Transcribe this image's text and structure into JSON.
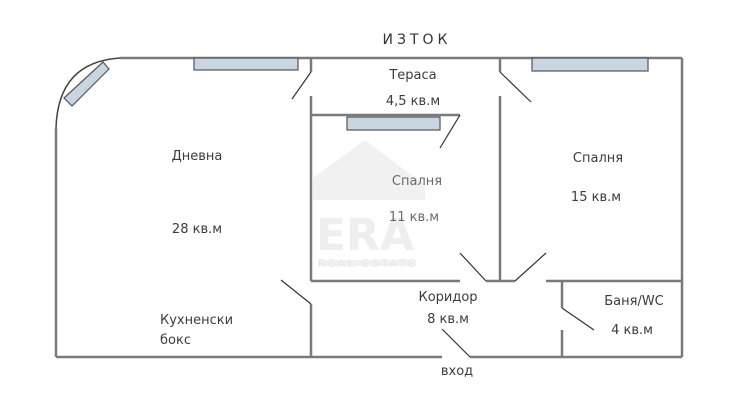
{
  "plan": {
    "orientation_label": "ИЗТОК",
    "entrance_label": "вход",
    "colors": {
      "wall": "#7a7a7a",
      "window_fill": "#c7d6e0",
      "window_stroke": "#555555",
      "watermark": "#f0f0f0",
      "text": "#3c3c3c"
    },
    "watermark": {
      "brand": "ERA",
      "sub": "REAL ESTATE"
    },
    "rooms": [
      {
        "id": "living",
        "name": "Дневна",
        "area": "28 кв.м"
      },
      {
        "id": "kitchen",
        "name": "Кухненски",
        "name2": "бокс"
      },
      {
        "id": "terrace",
        "name": "Тераса",
        "area": "4,5 кв.м"
      },
      {
        "id": "bedroom-small",
        "name": "Спалня",
        "area": "11 кв.м"
      },
      {
        "id": "bedroom-large",
        "name": "Спалня",
        "area": "15 кв.м"
      },
      {
        "id": "corridor",
        "name": "Коридор",
        "area": "8 кв.м"
      },
      {
        "id": "bathroom",
        "name": "Баня/WC",
        "area": "4 кв.м"
      }
    ]
  }
}
